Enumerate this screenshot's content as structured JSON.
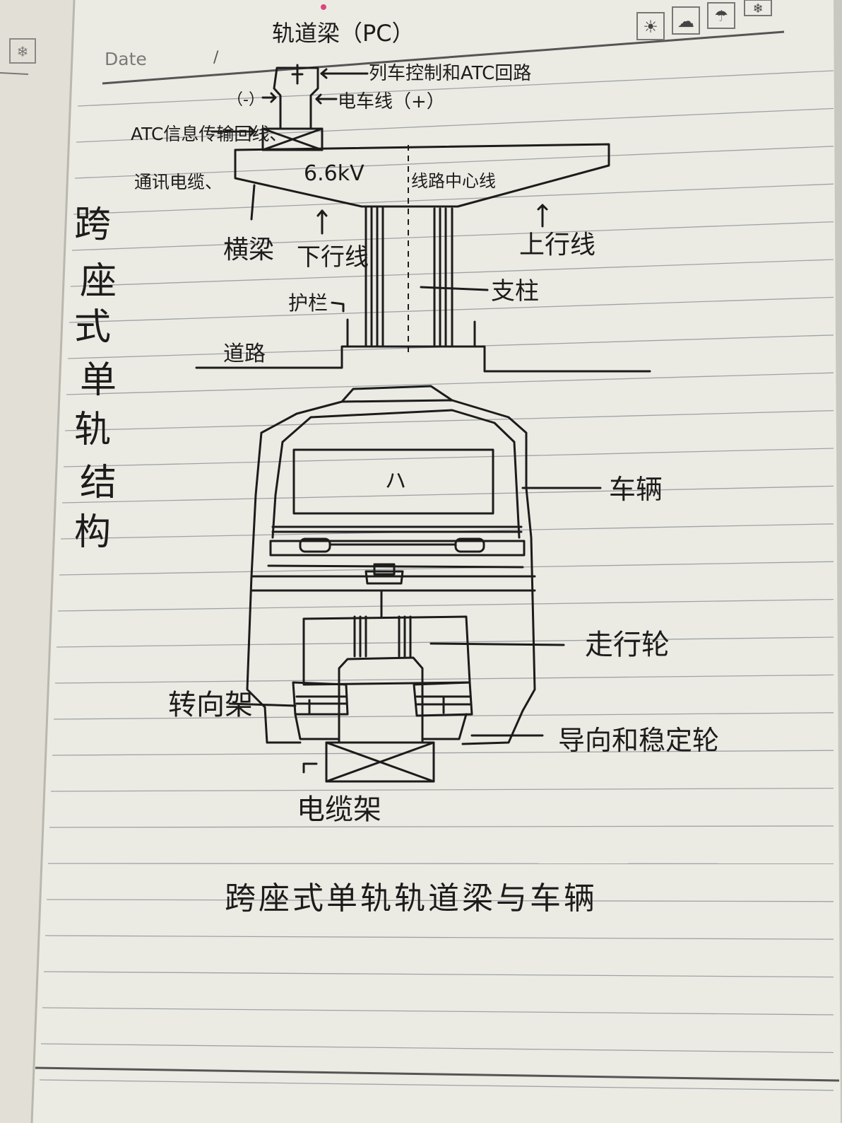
{
  "header": {
    "date_label": "Date",
    "date_slash": "/",
    "weather_icons": [
      "snowflake-icon",
      "sun-icon",
      "cloud-icon",
      "rain-icon",
      "snow-icon"
    ]
  },
  "side_title": "跨座式单轨结构",
  "labels": {
    "track_beam": "轨道梁（PC）",
    "train_control": "列车控制和ATC回路",
    "negative": "（-）",
    "trolley_wire": "电车线（+）",
    "atc_info": "ATC信息传输回线、",
    "comm_cable": "通讯电缆、",
    "voltage": "6.6kV",
    "center_line": "线路中心线",
    "cross_beam": "横梁",
    "down_line": "下行线",
    "up_line": "上行线",
    "guard_rail": "护栏",
    "column": "支柱",
    "road": "道路",
    "vehicle": "车辆",
    "running_wheel": "走行轮",
    "bogie": "转向架",
    "guide_wheel": "导向和稳定轮",
    "cable_rack": "电缆架",
    "window_mark": "ハ"
  },
  "caption": "跨座式单轨轨道梁与车辆"
}
